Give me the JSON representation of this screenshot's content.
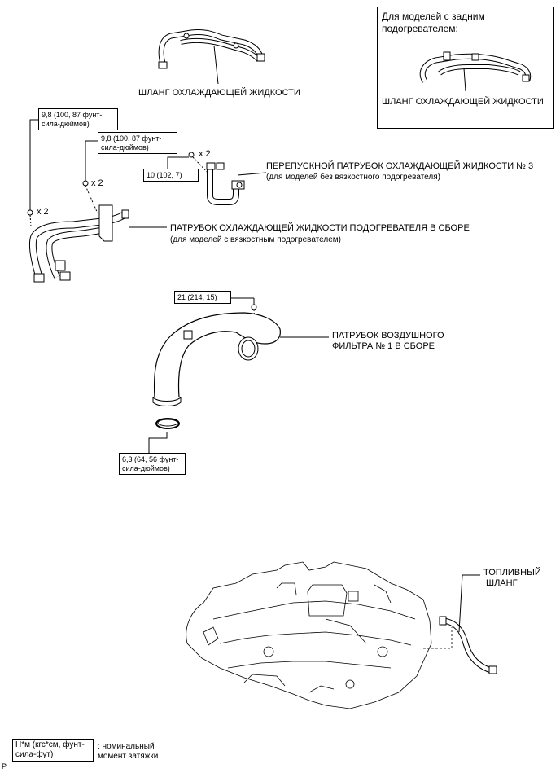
{
  "inset": {
    "title_line1": "Для моделей с задним",
    "title_line2": "подогревателем:",
    "part_label": "ШЛАНГ ОХЛАЖДАЮЩЕЙ ЖИДКОСТИ"
  },
  "parts": {
    "coolant_hose": "ШЛАНГ ОХЛАЖДАЮЩЕЙ ЖИДКОСТИ",
    "bypass_pipe": "ПЕРЕПУСКНОЙ ПАТРУБОК ОХЛАЖДАЮЩЕЙ ЖИДКОСТИ № 3",
    "bypass_pipe_note": "(для моделей без вязкостного подогревателя)",
    "heater_pipe": "ПАТРУБОК ОХЛАЖДАЮЩЕЙ ЖИДКОСТИ ПОДОГРЕВАТЕЛЯ В СБОРЕ",
    "heater_pipe_note": "(для моделей с вязкостным подогревателем)",
    "air_pipe_line1": "ПАТРУБОК ВОЗДУШНОГО",
    "air_pipe_line2": "ФИЛЬТРА № 1 В СБОРЕ",
    "fuel_hose_line1": "ТОПЛИВНЫЙ",
    "fuel_hose_line2": "ШЛАНГ"
  },
  "torque": {
    "t1_line1": "9,8 (100, 87 фунт-",
    "t1_line2": "сила-дюймов)",
    "t2_line1": "9,8 (100, 87 фунт-",
    "t2_line2": "сила-дюймов)",
    "t3": "10 (102, 7)",
    "t4": "21 (214, 15)",
    "t5_line1": "6,3 (64, 56 фунт-",
    "t5_line2": "сила-дюймов)"
  },
  "multipliers": {
    "m1": "x 2",
    "m2": "x 2",
    "m3": "x 2"
  },
  "legend": {
    "unit_line1": "Н*м (кгс*см, фунт-",
    "unit_line2": "сила-фут)",
    "desc_line1": ": номинальный",
    "desc_line2": "момент затяжки"
  },
  "figure_code": "P"
}
